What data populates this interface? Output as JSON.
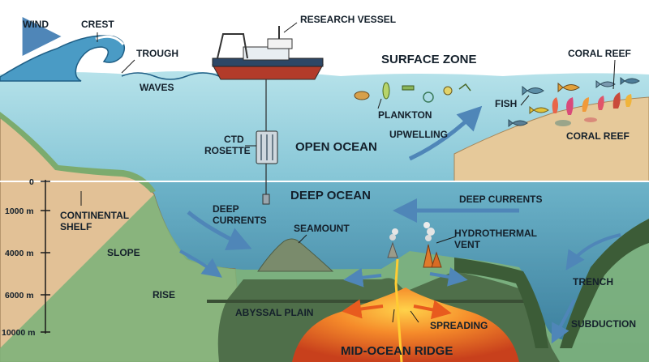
{
  "labels": {
    "wind": "WIND",
    "crest": "CREST",
    "trough": "TROUGH",
    "waves": "WAVES",
    "research_vessel": "RESEARCH VESSEL",
    "surface_zone": "SURFACE ZONE",
    "coral_reef_top": "CORAL REEF",
    "coral_reef_main": "CORAL REEF",
    "fish": "FISH",
    "plankton": "PLANKTON",
    "upwelling": "UPWELLING",
    "ctd_rosette_line1": "CTD",
    "ctd_rosette_line2": "ROSETTE",
    "open_ocean": "OPEN OCEAN",
    "deep_ocean": "DEEP OCEAN",
    "deep_currents_left_line1": "DEEP",
    "deep_currents_left_line2": "CURRENTS",
    "deep_currents_right": "DEEP CURRENTS",
    "continental_shelf_line1": "CONTINENTAL",
    "continental_shelf_line2": "SHELF",
    "slope": "SLOPE",
    "rise": "RISE",
    "seamount": "SEAMOUNT",
    "hydrothermal_vent_line1": "HYDROTHERMAL",
    "hydrothermal_vent_line2": "VENT",
    "abyssal_plain": "ABYSSAL PLAIN",
    "spreading": "SPREADING",
    "mid_ocean_ridge": "MID-OCEAN RIDGE",
    "trench": "TRENCH",
    "subduction": "SUBDUCTION"
  },
  "depth_scale": [
    "0",
    "1000 m",
    "4000 m",
    "6000 m",
    "10000 m"
  ],
  "colors": {
    "sky": "#ffffff",
    "shallow_water": "#a9dbe6",
    "mid_water": "#6fb7cc",
    "deep_water": "#3f8aa8",
    "seafloor_green": "#7fb27a",
    "crust": "#4f6f4a",
    "sand": "#e8c99a",
    "magma": "#f07a2a",
    "arrow": "#5a8fc0"
  }
}
